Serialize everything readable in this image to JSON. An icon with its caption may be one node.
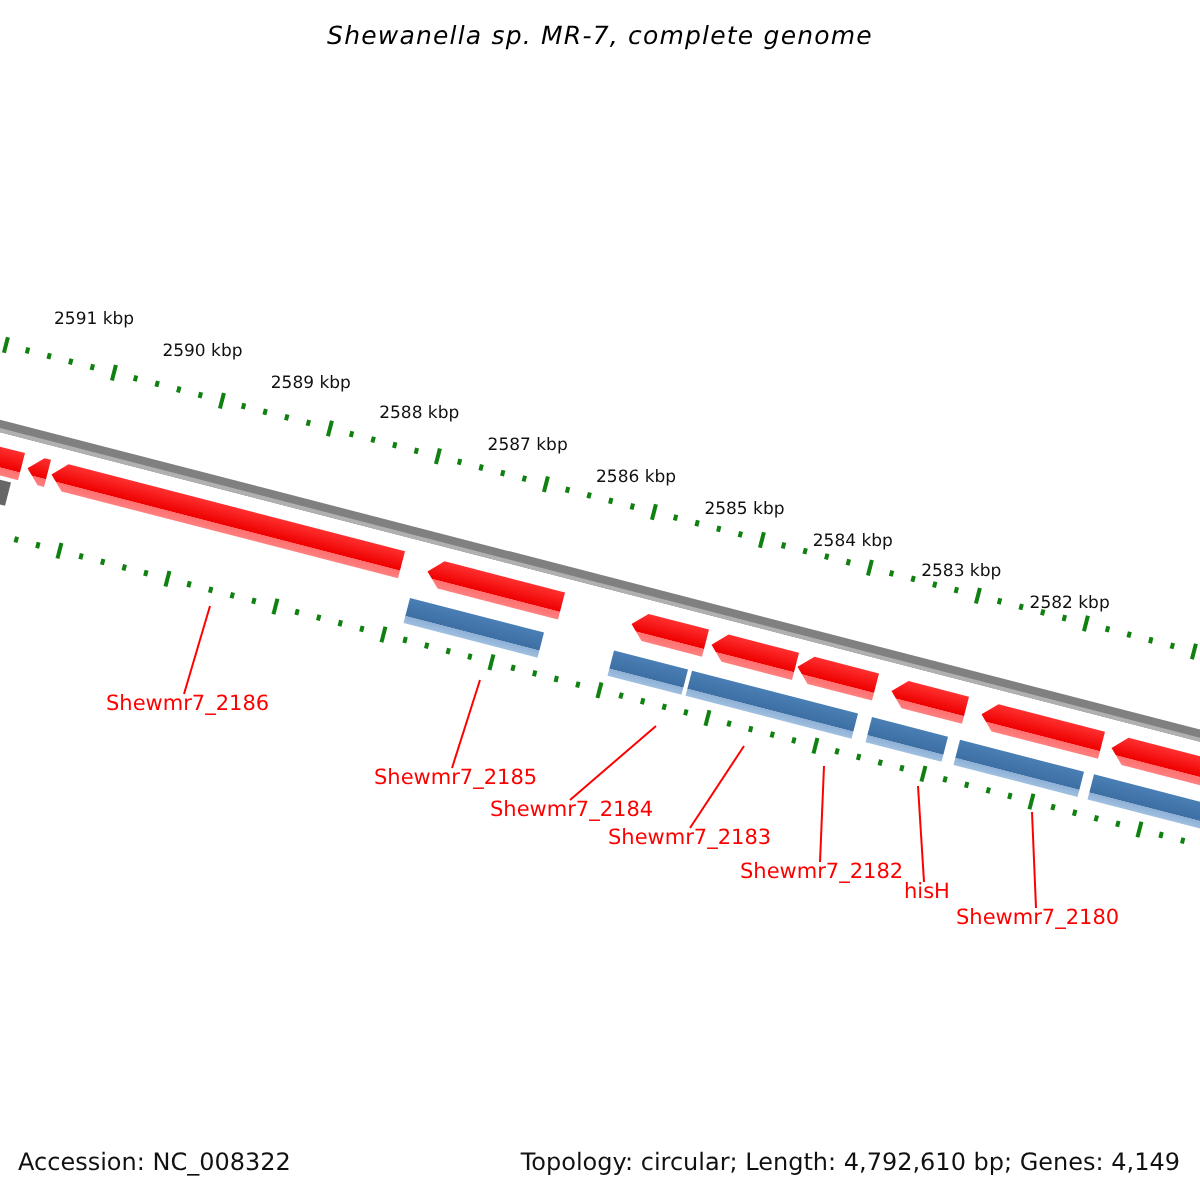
{
  "diagram": {
    "title": "Shewanella sp. MR-7, complete genome",
    "nodes": [
      {
        "text": [
          "Shewmr7_2186"
        ]
      },
      {
        "text": [
          "Shewmr7_2185"
        ]
      },
      {
        "text": [
          "Shewmr7_2184"
        ]
      },
      {
        "text": [
          "Shewmr7_2183"
        ]
      },
      {
        "text": [
          "Shewmr7_2182"
        ]
      },
      {
        "text": [
          "hisH"
        ]
      },
      {
        "text": [
          "Shewmr7_2180"
        ]
      }
    ],
    "edges": [
      {
        "from": 0,
        "to": null,
        "arrow": "none"
      },
      {
        "from": 1,
        "to": null,
        "arrow": "none"
      },
      {
        "from": 2,
        "to": null,
        "arrow": "none"
      },
      {
        "from": 3,
        "to": null,
        "arrow": "none"
      },
      {
        "from": 4,
        "to": null,
        "arrow": "none"
      },
      {
        "from": 5,
        "to": null,
        "arrow": "none"
      },
      {
        "from": 6,
        "to": null,
        "arrow": "none"
      }
    ],
    "labels": [
      "2591 kbp",
      "2590 kbp",
      "2589 kbp",
      "2588 kbp",
      "2587 kbp",
      "2586 kbp",
      "2585 kbp",
      "2584 kbp",
      "2583 kbp",
      "2582 kbp",
      "Accession: NC_008322",
      "Topology: circular; Length: 4,792,610 bp; Genes: 4,149"
    ]
  }
}
